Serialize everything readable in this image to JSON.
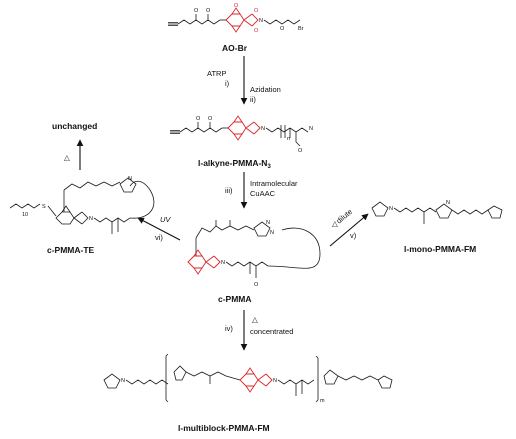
{
  "compounds": {
    "ao_br": "AO-Br",
    "l_alkyne": "l-alkyne-PMMA-N",
    "l_alkyne_sub": "3",
    "c_pmma": "c-PMMA",
    "c_pmma_te": "c-PMMA-TE",
    "l_mono": "l-mono-PMMA-FM",
    "l_multiblock": "l-multiblock-PMMA-FM",
    "unchanged": "unchanged"
  },
  "steps": {
    "i_num": "i)",
    "i_label": "ATRP",
    "ii_num": "ii)",
    "ii_label": "Azidation",
    "iii_num": "iii)",
    "iii_line1": "Intramolecular",
    "iii_line2": "CuAAC",
    "iv_num": "iv)",
    "iv_delta": "△",
    "iv_label": "concentrated",
    "v_num": "v)",
    "v_delta": "△",
    "v_label": "dilute",
    "vi_num": "vi)",
    "vi_label": "UV",
    "delta_top": "△"
  },
  "atoms": {
    "O": "O",
    "N": "N",
    "Br": "Br",
    "N3": "N",
    "sub_n": "n",
    "sub_m": "m",
    "sub_10": "10",
    "S": "S"
  },
  "colors": {
    "accent": "#d8262a",
    "ink": "#111111"
  }
}
